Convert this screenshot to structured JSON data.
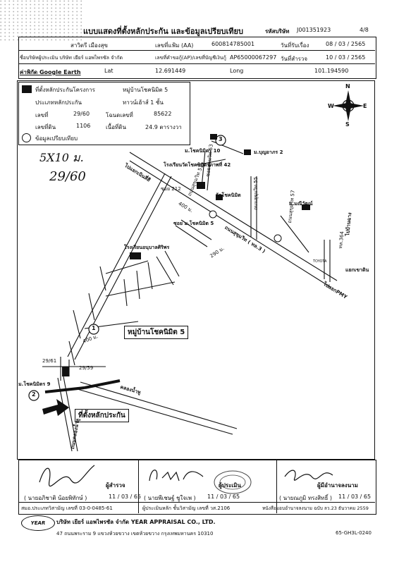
{
  "header": {
    "title": "แบบแสดงที่ตั้งหลักประกัน และข้อมูลเปรียบเทียบ",
    "company_id_label": "รหัสบริษัท",
    "company_id": "J001351923",
    "page": "4/8"
  },
  "row1": {
    "branch": "สาวิตรี เมืองสุข",
    "file_no_label": "เลขที่แฟ้ม (AA)",
    "file_no": "600814785001",
    "date_issued_label": "วันที่รับเรื่อง",
    "date_issued": "08 / 03 / 2565"
  },
  "row2": {
    "company": "ชื่อบริษัทผู้ประเมิน บริษัท เยียร์ แอพไพรซัล จำกัด",
    "ap_label": "เลขที่คำขอกู้(AP)/เลขที่บัญชีเงินกู้",
    "ap_no": "AP65000067297",
    "survey_date_label": "วันที่สำรวจ",
    "survey_date": "10 / 03 / 2565"
  },
  "row3": {
    "coord_label": "ค่าพิกัด Google Earth",
    "lat_label": "Lat",
    "lat": "12.691449",
    "long_label": "Long",
    "long": "101.194590"
  },
  "legend": {
    "location_label": "ที่ตั้งหลักประกันโครงการ",
    "project": "หมู่บ้านโชคนิมิต 5",
    "type_label": "ประเภทหลักประกัน",
    "type": "ทาวน์เฮ้าส์ 1 ชั้น",
    "no_label": "เลขที่",
    "no": "29/60",
    "zone_label": "โฉนดเลขที่",
    "zone": "85622",
    "land_label": "เลขที่ดิน",
    "land": "1106",
    "area_label": "เนื้อที่ดิน",
    "area": "24.9 ตารางวา",
    "compare_label": "ข้อมูลเปรียบเทียบ"
  },
  "compass": {
    "n": "N",
    "s": "S",
    "e": "E",
    "w": "W"
  },
  "map": {
    "handwrite1": "5X10 ม.",
    "handwrite2": "29/60",
    "label_choknimit10": "ม.โชคนิมิตร 10",
    "label_boonyaporn2": "ม.บุญอาภร 2",
    "label_school": "โรงเรียนวัดโชคนิมิตรภาพที่ 42",
    "label_to_nernsisi": "ไปแยกเนินสี่สี",
    "label_soi212": "ซอย 212",
    "label_sukhumvit53": "ซอยสุขุมวิท 53",
    "label_wat": "วัดโชคนิมิต",
    "label_sukhumvit_a": "ถนนสุขุมวิท 51",
    "label_400m": "400 ม.",
    "label_sukhumvit55": "ถนนสุขุมวิท 55",
    "label_sukhumvit57": "ถนนสุขุมวิท 57",
    "label_minwan": "ม.มณีวัฒน์",
    "label_to_gate": "ไปบ้านฉาง",
    "label_soi_choknimit5": "ซอย ม.โชคนิมิต 5",
    "label_sukhumvit_main": "ถนนสุขุมวิท ( ทล.3 )",
    "label_290m": "290 ม.",
    "label_school2": "โรงเรียนอนุบาลศิริพร",
    "label_toyota": "TOYOTA",
    "label_p364": "ทล.364",
    "label_to_pmy": "ไปแยกPMY",
    "label_yaek": "แยกเขาดิน",
    "label_project": "หมู่บ้านโชคนิมิต 5",
    "label_2961": "29/61",
    "label_2959": "29/59",
    "label_choknimit9": "ม.โชคนิมิตร 9",
    "label_canal": "คลองน้ำหู",
    "label_400m_2": "400 ม.",
    "label_collateral": "ที่ตั้งหลักประกัน",
    "label_road_bottom": "ถนนคลองน้ำหู",
    "marker1": "1",
    "marker2": "2",
    "marker3": "3"
  },
  "signatures": {
    "surveyor_role": "ผู้สำรวจ",
    "surveyor_name": "( นายอภิชาติ น้อยพิทักษ์ )",
    "surveyor_date": "11 / 03 / 65",
    "appraiser_role": "ผู้ประเมิน",
    "appraiser_name": "( นายพีเชษฐ์ ชูใจเพ )",
    "appraiser_date": "11 / 03 / 65",
    "signer_role": "ผู้มีอำนาจลงนาม",
    "signer_name": "( นายณภูมิ ทรงสิทธิ์ )",
    "signer_date": "11 / 03 / 65",
    "license1": "สมอ.ประเภทวิสามัญ เลขที่ 03-0-0485-61",
    "license2": "ผู้ประเมินหลัก ชั้นวิสามัญ เลขที่ วส.2106",
    "license3": "หนังสือมอบอำนาจลงนาม ฉบับ ลว.23 ธันวาคม 2559"
  },
  "footer": {
    "company": "บริษัท เยียร์ แอพไพรซัล จำกัด  YEAR APPRAISAL CO., LTD.",
    "address": "47 ถนนพระราม 9 แขวงห้วยขวาง เขตห้วยขวาง กรุงเทพมหานคร 10310",
    "code": "65-GH3L-0240",
    "logo_text": "YEAR"
  }
}
